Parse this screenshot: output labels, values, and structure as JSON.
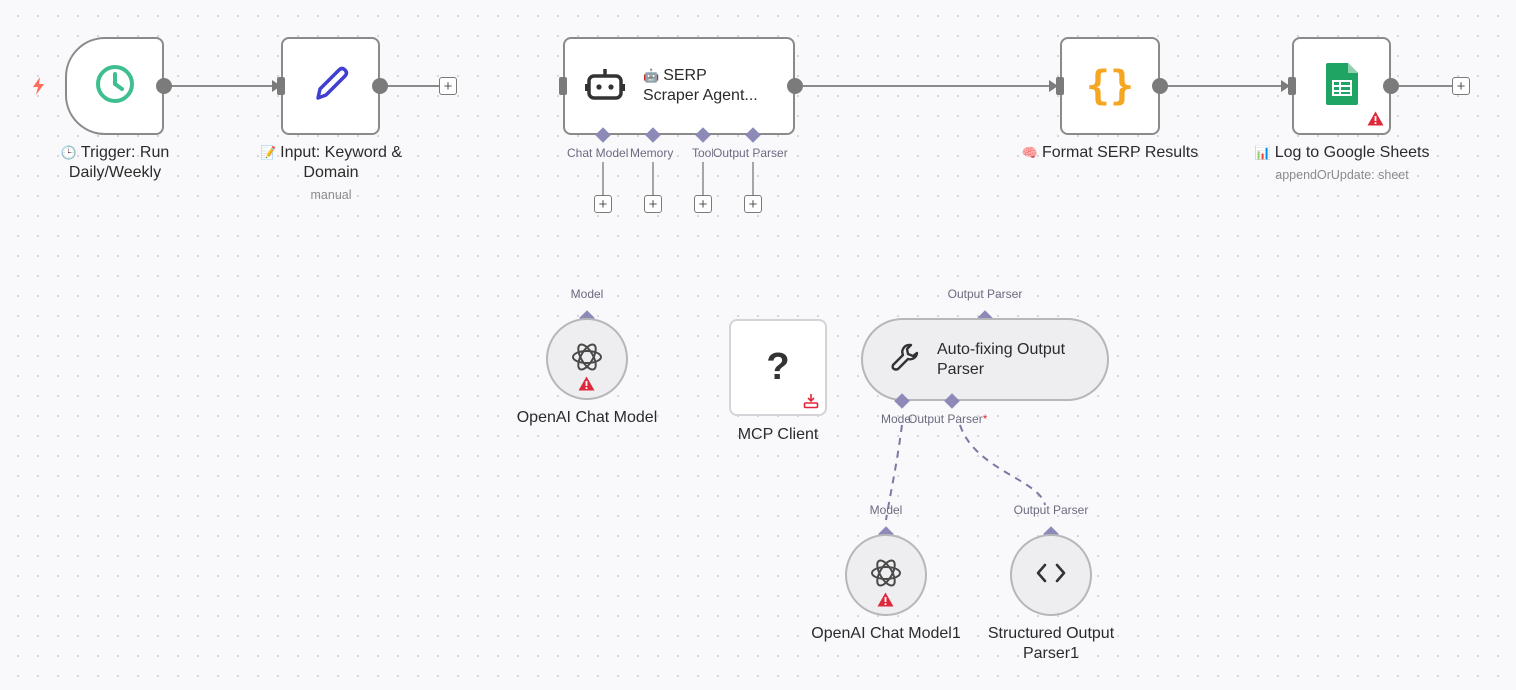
{
  "nodes": {
    "trigger": {
      "title": "Trigger: Run Daily/Weekly",
      "emoji": "🕒",
      "icon": "clock-icon",
      "color": "#3fbf8f"
    },
    "input": {
      "title": "Input: Keyword & Domain",
      "emoji": "📝",
      "subtitle": "manual",
      "icon": "pencil-icon",
      "color": "#3f3fd0"
    },
    "agent": {
      "emoji": "🤖",
      "title_line1": "SERP",
      "title_line2": "Scraper Agent...",
      "icon": "robot-icon",
      "ports": [
        "Chat Model",
        "Memory",
        "Tool",
        "Output Parser"
      ]
    },
    "format": {
      "title": "Format SERP Results",
      "emoji": "🧠",
      "icon": "braces-icon",
      "color": "#f5a623"
    },
    "sheets": {
      "title": "Log to Google Sheets",
      "emoji": "📊",
      "subtitle": "appendOrUpdate: sheet",
      "icon": "google-sheets-icon",
      "color": "#1fa463"
    },
    "openai1": {
      "title": "OpenAI Chat Model",
      "port": "Model",
      "icon": "openai-icon"
    },
    "mcp": {
      "title": "MCP Client",
      "icon": "question-mark-icon",
      "glyph": "?"
    },
    "autofix": {
      "title_line1": "Auto-fixing Output",
      "title_line2": "Parser",
      "top_port": "Output Parser",
      "bottom_port_model": "Model",
      "bottom_port_parser": "Output Parser",
      "required_mark": "*",
      "icon": "wrench-icon"
    },
    "openai2": {
      "title": "OpenAI Chat Model1",
      "port": "Model",
      "icon": "openai-icon"
    },
    "structured": {
      "title_line1": "Structured Output",
      "title_line2": "Parser1",
      "port": "Output Parser",
      "icon": "code-brackets-icon"
    }
  },
  "colors": {
    "warning": "#e0283c",
    "port_diamond": "#8d8ab8",
    "edge": "#8a8a8a",
    "dashed_edge": "#7c7aa3",
    "lightning": "#ff6d5a"
  }
}
